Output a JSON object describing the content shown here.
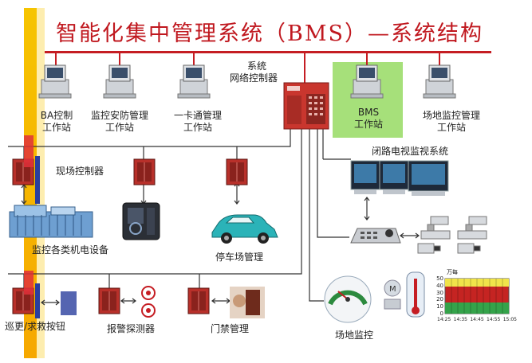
{
  "title": "智能化集中管理系统（BMS）—系统结构",
  "network_controller": {
    "line1": "系统",
    "line2": "网络控制器"
  },
  "workstations": [
    {
      "line1": "BA控制",
      "line2": "工作站"
    },
    {
      "line1": "监控安防管理",
      "line2": "工作站"
    },
    {
      "line1": "一卡通管理",
      "line2": "工作站"
    },
    {
      "line1": "BMS",
      "line2": "工作站"
    },
    {
      "line1": "场地监控管理",
      "line2": "工作站"
    }
  ],
  "labels": {
    "field_controller": "现场控制器",
    "electromech": "监控各类机电设备",
    "parking": "停车场管理",
    "cctv": "闭路电视监视系统",
    "patrol": "巡更/求救按钮",
    "alarm": "报警探测器",
    "access": "门禁管理",
    "site_monitor": "场地监控"
  },
  "trend_chart": {
    "unit": "万每",
    "y_ticks": [
      "50",
      "40",
      "30",
      "20",
      "10",
      "0"
    ],
    "x_ticks": [
      "14:25",
      "14:35",
      "14:45",
      "14:55",
      "15:05"
    ]
  },
  "colors": {
    "title": "#c0181f",
    "bus": "#c51d23",
    "line": "#333333",
    "bms_highlight": "#a6e07a"
  }
}
